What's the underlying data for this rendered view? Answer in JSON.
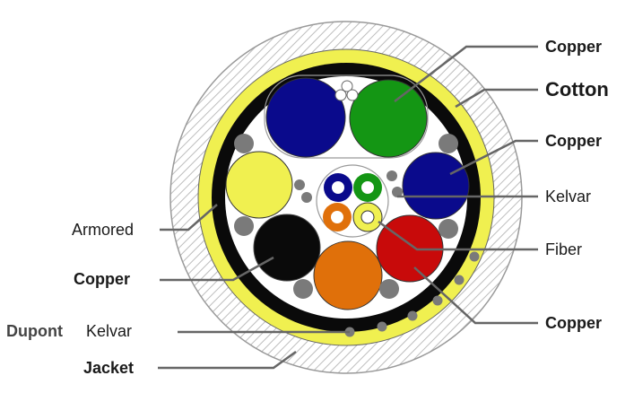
{
  "labels": {
    "copper_top": "Copper",
    "cotton": "Cotton",
    "copper_blue": "Copper",
    "kelvar_right": "Kelvar",
    "fiber": "Fiber",
    "copper_red": "Copper",
    "armored": "Armored",
    "copper_black": "Copper",
    "dupont": "Dupont",
    "kelvar_bottom": "Kelvar",
    "jacket": "Jacket"
  },
  "colors": {
    "jacket_hatch": "#bfbfbf",
    "cotton_yellow": "#f0f050",
    "armor_black": "#0a0a0a",
    "inner_fill": "#ffffff",
    "conductor_blue": "#0a0a8c",
    "conductor_green": "#149614",
    "conductor_yellow": "#f0f050",
    "conductor_black": "#0a0a0a",
    "conductor_orange": "#e0700a",
    "conductor_red": "#c80a0a",
    "filler_gray": "#7a7a7a",
    "leader_line": "#666666"
  }
}
